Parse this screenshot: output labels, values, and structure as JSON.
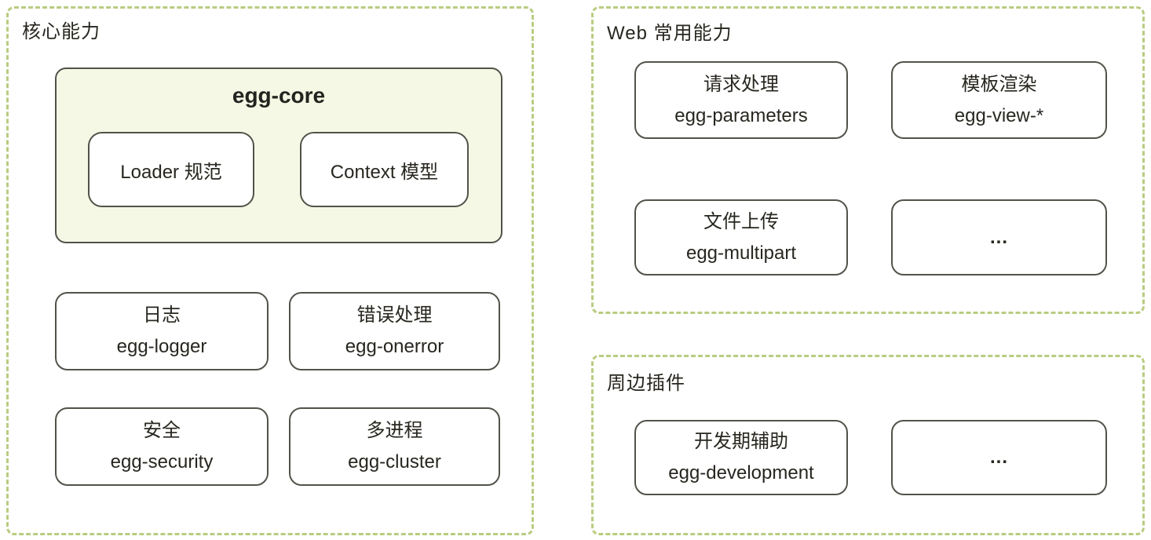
{
  "panels": {
    "core": {
      "title": "核心能力",
      "egg_core": {
        "title": "egg-core",
        "loader": {
          "label": "Loader 规范"
        },
        "context": {
          "label": "Context 模型"
        }
      },
      "logger": {
        "label": "日志",
        "package": "egg-logger"
      },
      "onerror": {
        "label": "错误处理",
        "package": "egg-onerror"
      },
      "security": {
        "label": "安全",
        "package": "egg-security"
      },
      "cluster": {
        "label": "多进程",
        "package": "egg-cluster"
      }
    },
    "web": {
      "title": "Web 常用能力",
      "parameters": {
        "label": "请求处理",
        "package": "egg-parameters"
      },
      "view": {
        "label": "模板渲染",
        "package": "egg-view-*"
      },
      "multipart": {
        "label": "文件上传",
        "package": "egg-multipart"
      },
      "more": {
        "label": "..."
      }
    },
    "plugins": {
      "title": "周边插件",
      "development": {
        "label": "开发期辅助",
        "package": "egg-development"
      },
      "more": {
        "label": "..."
      }
    }
  },
  "colors": {
    "panel_dashed_border": "#b9cc80",
    "node_border": "#53524a",
    "egg_core_background": "#f4f8e4",
    "text": "#27261f",
    "page_background": "#ffffff"
  }
}
